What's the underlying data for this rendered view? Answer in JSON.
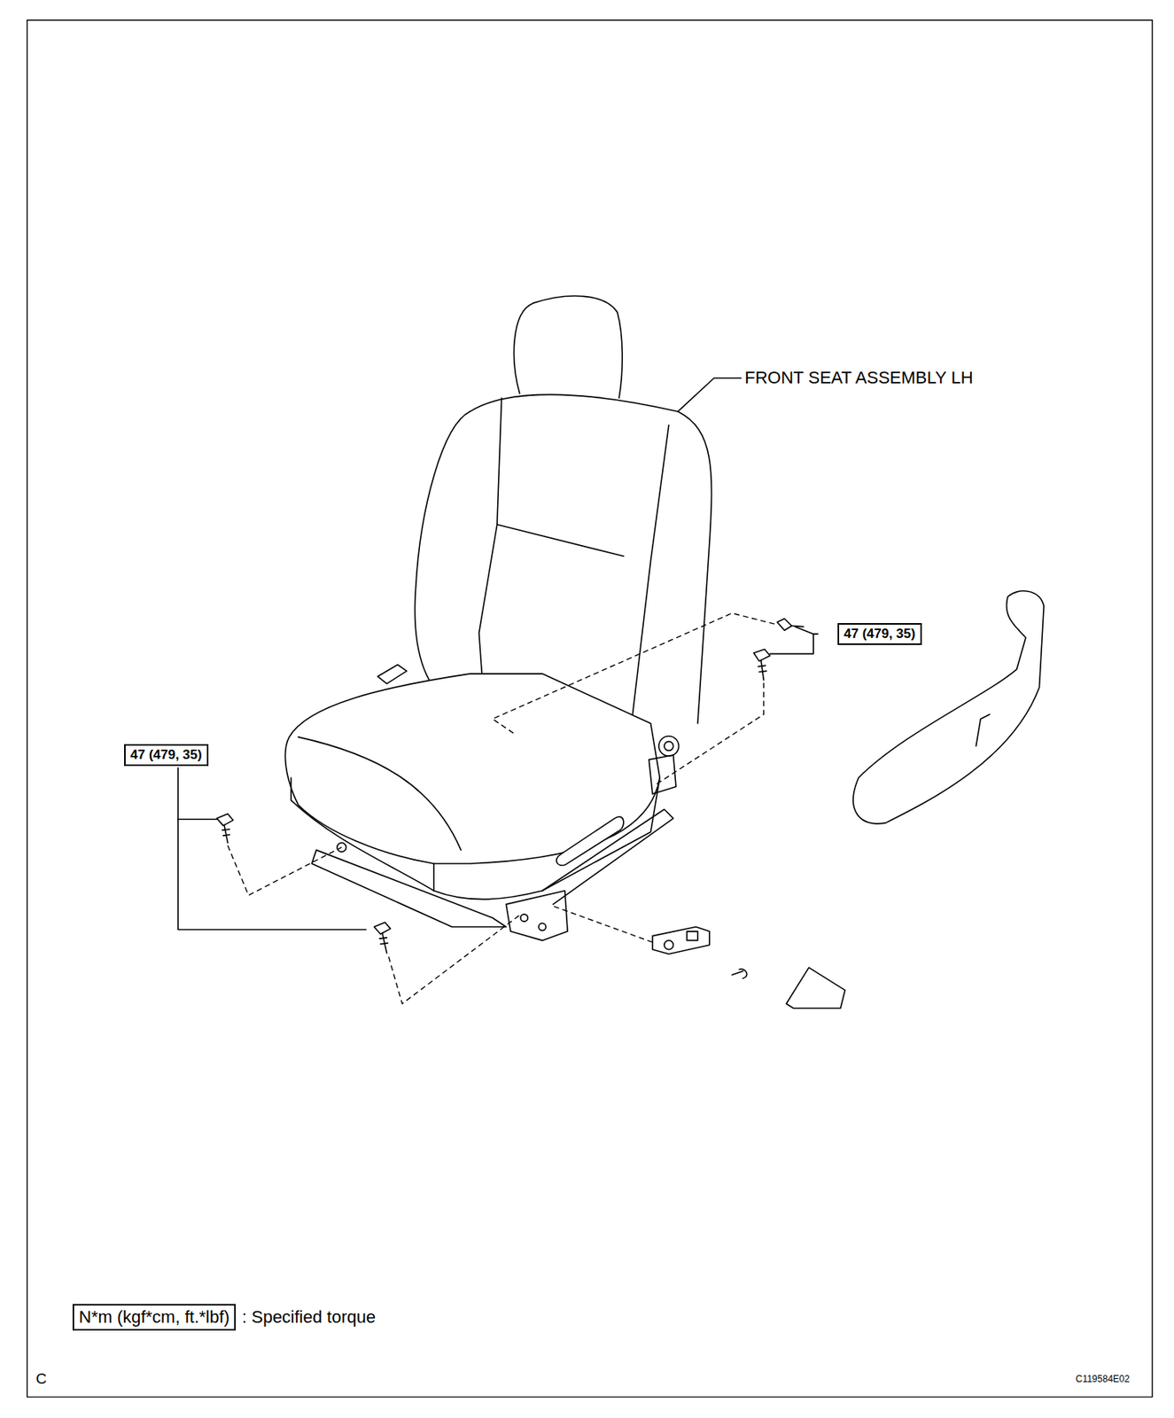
{
  "diagram": {
    "nodes": [
      {
        "text": [
          "47 (479, 35)"
        ]
      },
      {
        "text": [
          "47 (479, 35)"
        ]
      },
      {
        "text": [
          "N*m (kgf*cm, ft.*lbf)"
        ]
      }
    ],
    "labels": [
      "FRONT SEAT ASSEMBLY LH",
      ": Specified torque",
      "C",
      "C119584E02"
    ]
  }
}
